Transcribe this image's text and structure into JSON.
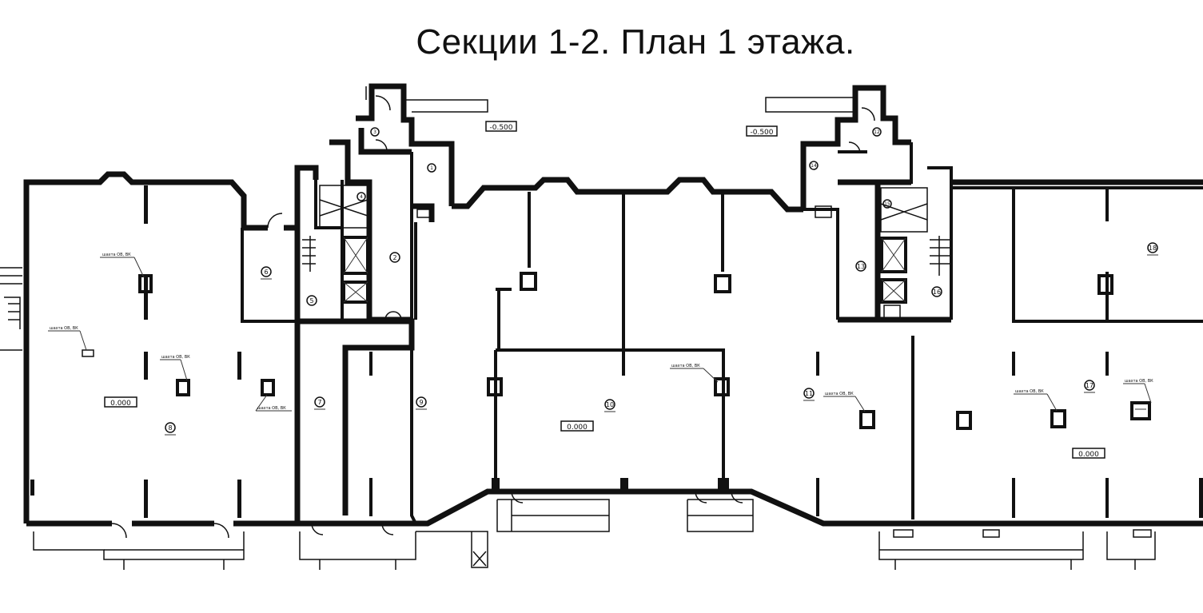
{
  "title": "Секции 1-2. План 1 этажа.",
  "levels": {
    "outer_left": "-0.500",
    "outer_right": "-0.500",
    "room8": "0.000",
    "room10": "0.000",
    "room17": "0.000"
  },
  "rooms": [
    {
      "id": "r1",
      "number": "1"
    },
    {
      "id": "r2",
      "number": "2"
    },
    {
      "id": "r3",
      "number": "3"
    },
    {
      "id": "r4",
      "number": "4"
    },
    {
      "id": "r5",
      "number": "5"
    },
    {
      "id": "r6",
      "number": "6"
    },
    {
      "id": "r7",
      "number": "7"
    },
    {
      "id": "r8",
      "number": "8"
    },
    {
      "id": "r9",
      "number": "9"
    },
    {
      "id": "r10",
      "number": "10"
    },
    {
      "id": "r11",
      "number": "11"
    },
    {
      "id": "r12",
      "number": "12"
    },
    {
      "id": "r13",
      "number": "13"
    },
    {
      "id": "r14",
      "number": "14"
    },
    {
      "id": "r15",
      "number": "15"
    },
    {
      "id": "r16",
      "number": "16"
    },
    {
      "id": "r17",
      "number": "17"
    },
    {
      "id": "r18",
      "number": "18"
    }
  ],
  "notes": {
    "shaft": "шахта ОВ, ВК"
  }
}
